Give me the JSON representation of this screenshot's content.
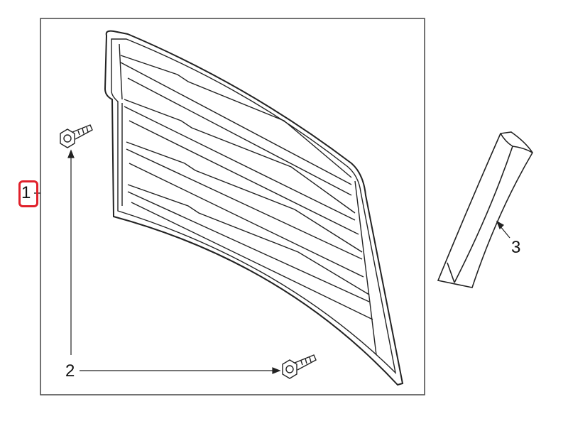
{
  "callouts": [
    {
      "id": "1",
      "label": "1",
      "highlighted": true
    },
    {
      "id": "2",
      "label": "2"
    },
    {
      "id": "3",
      "label": "3"
    }
  ],
  "colors": {
    "highlight": "#e0202a",
    "line": "#222222"
  }
}
